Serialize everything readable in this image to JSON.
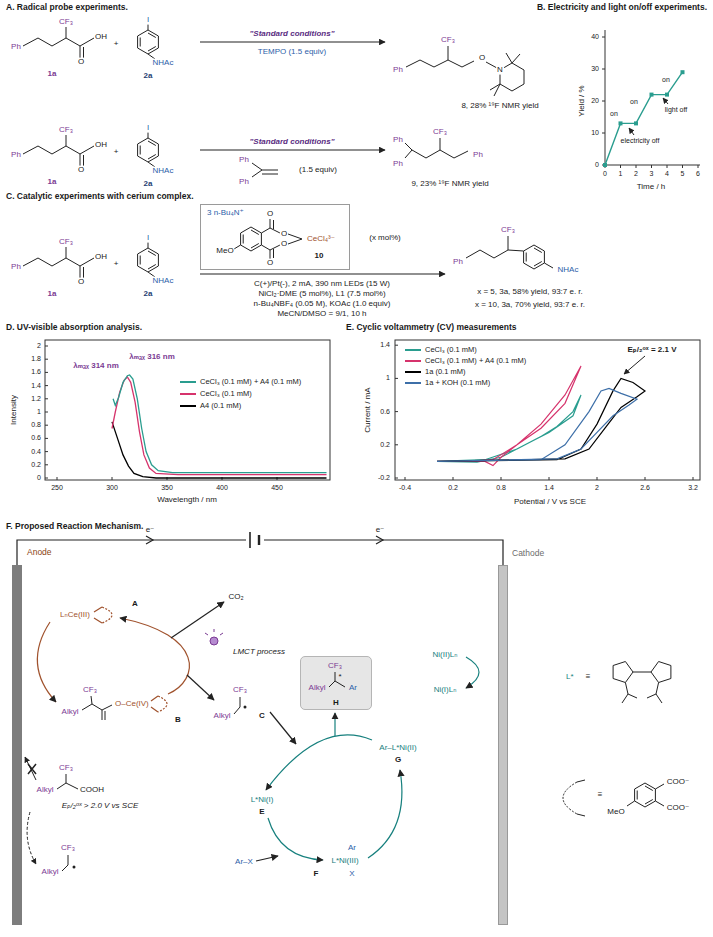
{
  "diagram": {
    "nodes": [
      {
        "text": [
          "3 n-Bu₄N⁺",
          "MeO",
          "O",
          "O",
          "O",
          "O",
          "CeCl₄³⁻",
          "10"
        ]
      },
      {
        "text": [
          "Anode"
        ]
      },
      {
        "text": [
          "Cathode"
        ]
      },
      {
        "text": [
          "CF₃",
          "Alkyl",
          "*",
          "Ar",
          "H"
        ]
      }
    ],
    "edges": [
      {
        "from": 1,
        "to": 2,
        "arrow": "none"
      }
    ],
    "labels": [
      "A. Radical probe experiments.",
      "Ph",
      "CF₃",
      "O",
      "OH",
      "1a",
      "+",
      "I",
      "NHAc",
      "2a",
      "\"Standard conditions\"",
      "TEMPO (1.5 equiv)",
      "Ph",
      "CF₃",
      "O",
      "N",
      "8, 28% ¹⁹F NMR yield",
      "Ph",
      "CF₃",
      "O",
      "OH",
      "1a",
      "+",
      "I",
      "NHAc",
      "2a",
      "\"Standard conditions\"",
      "Ph",
      "Ph",
      "(1.5 equiv)",
      "Ph",
      "Ph",
      "CF₃",
      "Ph",
      "9, 23% ¹⁹F NMR yield",
      "B. Electricity and light on/off experiments.",
      "40",
      "30",
      "20",
      "10",
      "0",
      "0",
      "1",
      "2",
      "3",
      "4",
      "5",
      "6",
      "Yield / %",
      "Time / h",
      "on",
      "electricity off",
      "on",
      "light off",
      "on",
      "C. Catalytic experiments with cerium complex.",
      "Ph",
      "CF₃",
      "O",
      "OH",
      "1a",
      "+",
      "I",
      "NHAc",
      "2a",
      "(x mol%)",
      "C(+)/Pt(-), 2 mA, 390 nm LEDs (15 W)",
      "NiCl₂·DME (5 mol%), L1 (7.5 mol%)",
      "n-Bu₄NBF₄ (0.05 M), KOAc (1.0 equiv)",
      "MeCN/DMSO = 9/1, 10 h",
      "CF₃",
      "Ph",
      "NHAc",
      "x = 5, 3a, 58% yield, 93:7 e. r.",
      "x = 10, 3a, 70% yield, 93:7 e. r.",
      "D. UV-visible absorption analysis.",
      "Intensity",
      "Wavelength / nm",
      "0",
      "0.2",
      "0.4",
      "0.6",
      "0.8",
      "1",
      "1.2",
      "1.4",
      "1.6",
      "1.8",
      "2",
      "250",
      "300",
      "350",
      "400",
      "450",
      "λₘₐₓ 314 nm",
      "λₘₐₓ 316 nm",
      "E. Cyclic voltammetry (CV) measurements",
      "Current / mA",
      "Potential / V vs SCE",
      "-0.2",
      "0.2",
      "0.6",
      "1",
      "1.4",
      "-0.4",
      "0.2",
      "0.8",
      "1.4",
      "2",
      "2.6",
      "3.2",
      "Eₚ/₂ᵒˣ = 2.1 V",
      "F. Proposed Reaction Mechanism.",
      "e⁻",
      "e⁻",
      "LₙCe(III)",
      "A",
      "CO₂",
      "LMCT process",
      "Alkyl",
      "CF₃",
      "O–Ce(IV)",
      "B",
      "Alkyl",
      "CF₃",
      "C",
      "Alkyl",
      "CF₃",
      "COOH",
      "Eₚ/₂ᵒˣ > 2.0 V vs SCE",
      "Alkyl",
      "CF₃",
      "Ni(II)Lₙ",
      "Ni(I)Lₙ",
      "Ar–L*Ni(II)",
      "G",
      "L*Ni(I)",
      "E",
      "Ar–X",
      "Ar",
      "L*Ni(III)",
      "X",
      "F",
      "L*",
      "≡",
      "≡",
      "MeO",
      "COO⁻",
      "COO⁻"
    ],
    "legend": [
      {
        "text": "CeCl₃ (0.1 mM) + A4 (0.1 mM)",
        "color": "#2a9d8f"
      },
      {
        "text": "CeCl₃ (0.1 mM)",
        "color": "#d6336c"
      },
      {
        "text": "A4 (0.1 mM)",
        "color": "#000000"
      },
      {
        "text": "CeCl₃ (0.1 mM)",
        "color": "#2a9d8f"
      },
      {
        "text": "CeCl₃ (0.1 mM) + A4 (0.1 mM)",
        "color": "#d6336c"
      },
      {
        "text": "1a (0.1 mM)",
        "color": "#000000"
      },
      {
        "text": "1a + KOH (0.1 mM)",
        "color": "#3d6fa8"
      }
    ]
  }
}
